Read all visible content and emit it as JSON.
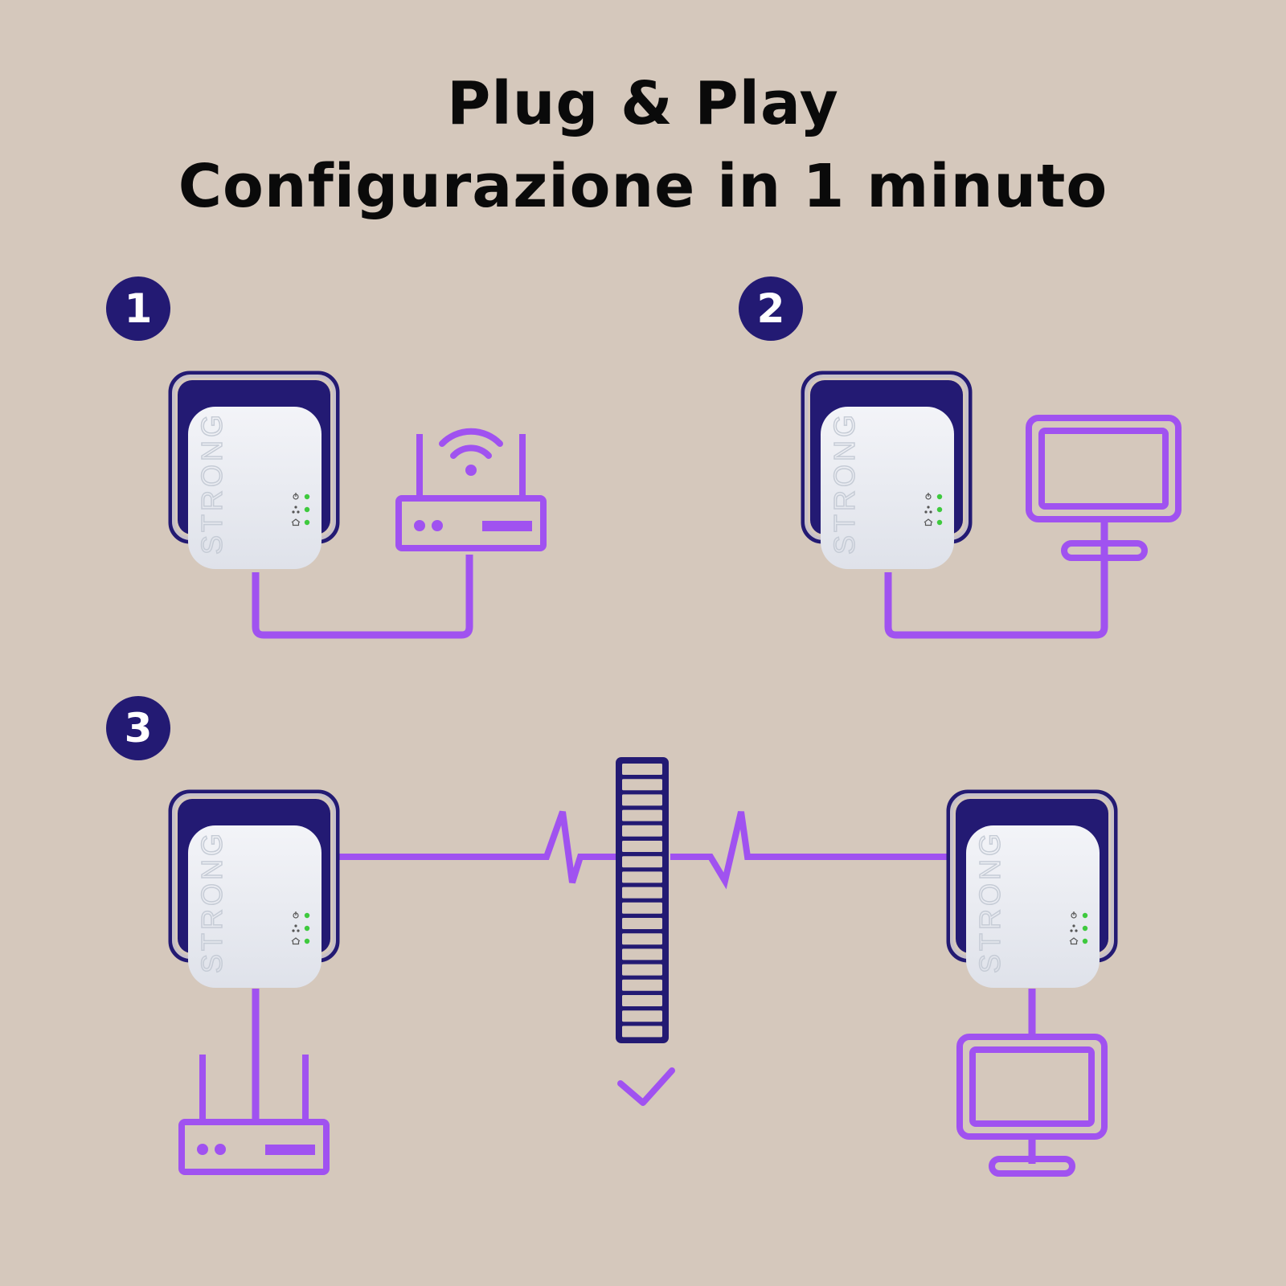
{
  "title": {
    "line1": "Plug & Play",
    "line2": "Configurazione in 1 minuto"
  },
  "steps": [
    {
      "number": "1"
    },
    {
      "number": "2"
    },
    {
      "number": "3"
    }
  ],
  "device": {
    "brand": "STRONG",
    "led_color": "#3ec93e",
    "led_icons": [
      "power-icon",
      "network-icon",
      "home-icon"
    ]
  },
  "colors": {
    "background": "#d5c8bc",
    "accent_purple": "#a052f0",
    "navy": "#231a73",
    "adapter_white": "#eceef3"
  },
  "icons": [
    "router-icon",
    "wifi-icon",
    "monitor-icon",
    "power-strip-icon",
    "checkmark-icon",
    "signal-zigzag-icon"
  ]
}
